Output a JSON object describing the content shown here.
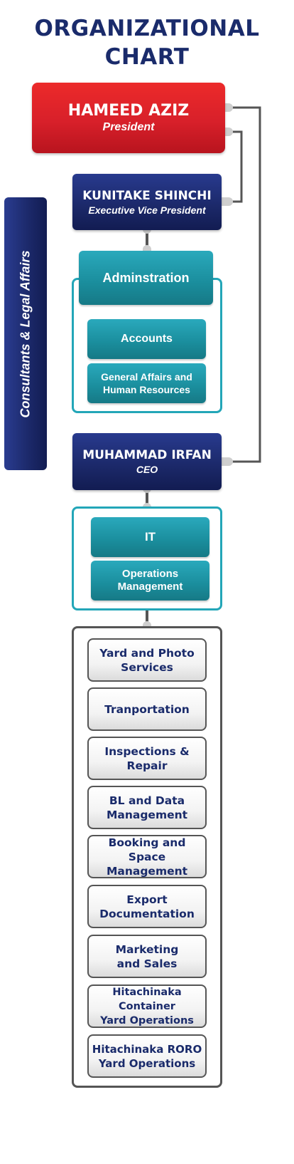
{
  "title": {
    "line1": "ORGANIZATIONAL",
    "line2": "CHART"
  },
  "sidebar": {
    "label": "Consultants & Legal Affairs"
  },
  "president": {
    "name": "HAMEED AZIZ",
    "role": "President"
  },
  "evp": {
    "name": "KUNITAKE SHINCHI",
    "role": "Executive Vice President"
  },
  "administration": {
    "label": "Adminstration",
    "units": [
      "Accounts",
      "General Affairs and\nHuman Resources"
    ]
  },
  "ceo": {
    "name": "MUHAMMAD IRFAN",
    "role": "CEO"
  },
  "ceo_group": {
    "units": [
      "IT",
      "Operations\nManagement"
    ]
  },
  "departments": [
    "Yard and Photo\nServices",
    "Tranportation",
    "Inspections &\nRepair",
    "BL and Data\nManagement",
    "Booking and Space\nManagement",
    "Export\nDocumentation",
    "Marketing\nand Sales",
    "Hitachinaka Container\nYard Operations",
    "Hitachinaka RORO\nYard Operations"
  ],
  "colors": {
    "title": "#1a2b6b",
    "red": "#d8202a",
    "navy": "#1b2868",
    "teal": "#1a8d9c",
    "connector": "#555555"
  }
}
